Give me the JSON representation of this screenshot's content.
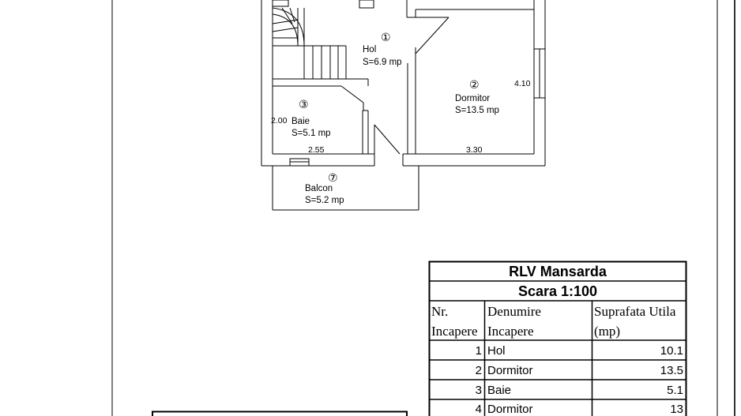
{
  "rooms": [
    {
      "num": "①",
      "name": "Hol",
      "area": "S=6.9 mp"
    },
    {
      "num": "②",
      "name": "Dormitor",
      "area": "S=13.5 mp"
    },
    {
      "num": "③",
      "name": "Baie",
      "area": "S=5.1 mp"
    },
    {
      "num": "⑦",
      "name": "Balcon",
      "area": "S=5.2 mp"
    }
  ],
  "dimensions": {
    "dormitor_height": "4.10",
    "dormitor_width": "3.30",
    "baie_height": "2.00",
    "baie_width": "2.55"
  },
  "table": {
    "title": "RLV Mansarda",
    "scale": "Scara 1:100",
    "headers": [
      [
        "Nr.",
        "Incapere"
      ],
      [
        "Denumire",
        "Incapere"
      ],
      [
        "Suprafata Utila",
        "(mp)"
      ]
    ],
    "rows": [
      {
        "nr": "1",
        "name": "Hol",
        "area": "10.1"
      },
      {
        "nr": "2",
        "name": "Dormitor",
        "area": "13.5"
      },
      {
        "nr": "3",
        "name": "Baie",
        "area": "5.1"
      },
      {
        "nr": "4",
        "name": "Dormitor",
        "area": "13"
      }
    ]
  }
}
